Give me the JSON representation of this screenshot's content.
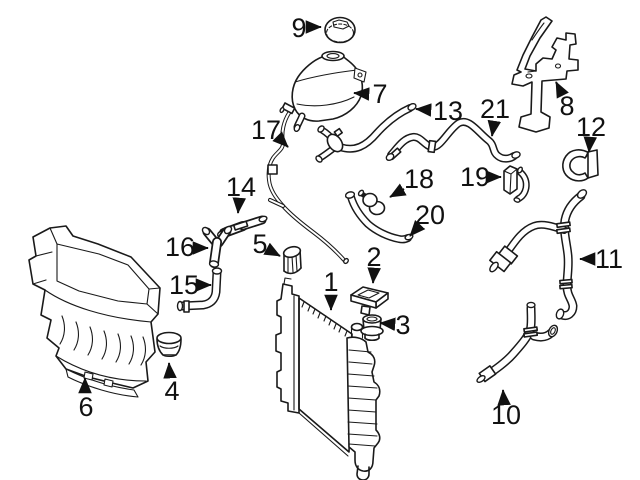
{
  "colors": {
    "background": "#ffffff",
    "ink": "#1a1a1a"
  },
  "diagram": {
    "type": "exploded-parts-diagram",
    "callouts": [
      {
        "label": "1"
      },
      {
        "label": "2"
      },
      {
        "label": "3"
      },
      {
        "label": "4"
      },
      {
        "label": "5"
      },
      {
        "label": "6"
      },
      {
        "label": "7"
      },
      {
        "label": "8"
      },
      {
        "label": "9"
      },
      {
        "label": "10"
      },
      {
        "label": "11"
      },
      {
        "label": "12"
      },
      {
        "label": "13"
      },
      {
        "label": "14"
      },
      {
        "label": "15"
      },
      {
        "label": "16"
      },
      {
        "label": "17"
      },
      {
        "label": "18"
      },
      {
        "label": "19"
      },
      {
        "label": "20"
      },
      {
        "label": "21"
      }
    ]
  }
}
